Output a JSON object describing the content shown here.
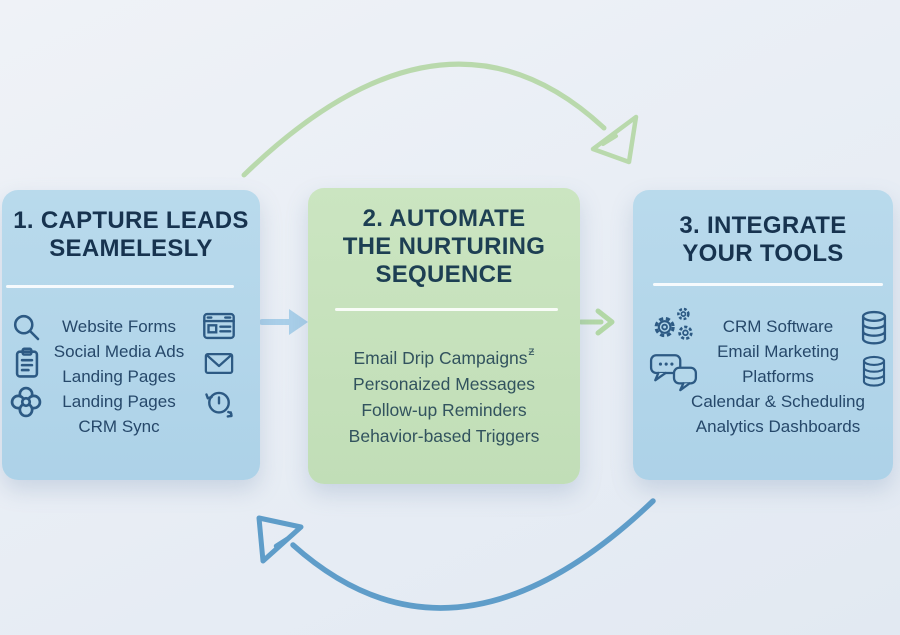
{
  "diagram": {
    "name": "lead-nurturing-cycle",
    "background": "#e9eef5"
  },
  "colors": {
    "card_blue": "#b4d7ea",
    "card_green": "#c6e1bc",
    "heading_navy": "#17334f",
    "heading_teal": "#1d3f53",
    "body_text_blue_cards": "#26486a",
    "body_text_green_card": "#32535e",
    "icon_stroke": "#2d5a84",
    "cycle_arrow_green": "#b9d9ac",
    "cycle_arrow_blue": "#5f9dc9",
    "connector_blue": "#a9cfe9",
    "connector_green": "#b3d8a6",
    "divider_white": "#ffffff"
  },
  "cards": [
    {
      "id": "capture-leads",
      "title_lines": [
        "1. CAPTURE LEADS",
        "SEAMELESLY"
      ],
      "items": [
        "Website Forms",
        "Social Media Ads",
        "Landing Pages",
        "Landing Pages",
        "CRM Sync"
      ],
      "left_icons": [
        "search-icon",
        "clipboard-icon",
        "clover-icon"
      ],
      "right_icons": [
        "browser-window-icon",
        "envelope-icon",
        "clock-refresh-icon"
      ]
    },
    {
      "id": "automate-nurturing",
      "title_lines": [
        "2. AUTOMATE",
        "THE NURTURING",
        "SEQUENCE"
      ],
      "items": [
        "Email Drip Campaigns",
        "Personaized Messages",
        "Follow-up Reminders",
        "Behavior-based Triggers"
      ],
      "item_superscript": "ƶ"
    },
    {
      "id": "integrate-tools",
      "title_lines": [
        "3. INTEGRATE",
        "YOUR TOOLS"
      ],
      "items": [
        "CRM Software",
        "Email Marketing",
        "Platforms",
        "Calendar & Scheduling",
        "Analytics Dashboards"
      ],
      "left_icons": [
        "gears-icon",
        "chat-bubbles-icon"
      ],
      "right_icons": [
        "database-icon",
        "database-icon"
      ]
    }
  ]
}
